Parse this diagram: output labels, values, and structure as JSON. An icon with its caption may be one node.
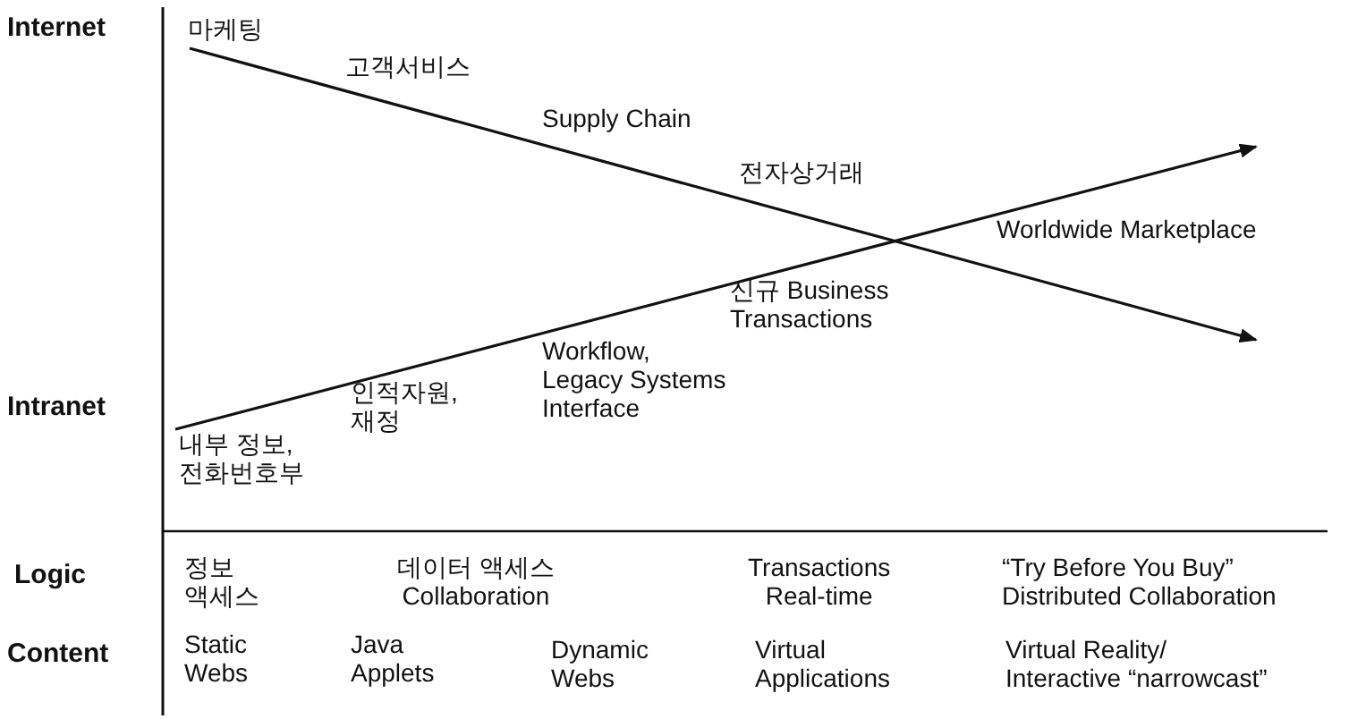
{
  "diagram": {
    "labels": [
      "Internet",
      "마케팅",
      "고객서비스",
      "Supply Chain",
      "전자상거래",
      "Worldwide Marketplace",
      "신규 Business Transactions",
      "Workflow, Legacy Systems Interface",
      "Intranet",
      "인적자원, 재정",
      "내부 정보, 전화번호부",
      "Logic",
      "정보 액세스",
      "데이터 액세스 Collaboration",
      "Transactions Real-time",
      "“Try Before You Buy” Distributed Collaboration",
      "Content",
      "Static Webs",
      "Java Applets",
      "Dynamic Webs",
      "Virtual Applications",
      "Virtual Reality/ Interactive “narrowcast”"
    ]
  }
}
